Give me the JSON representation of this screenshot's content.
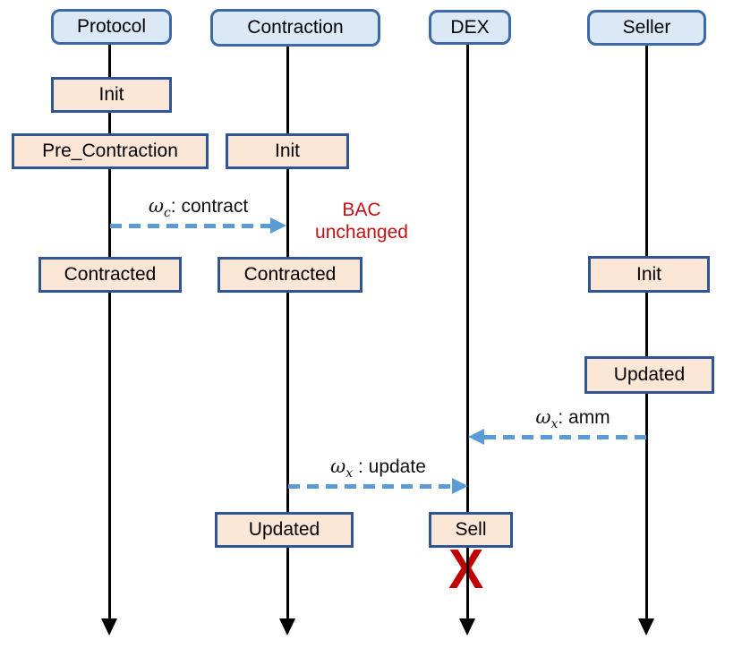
{
  "participants": [
    {
      "name": "Protocol",
      "states": [
        "Init",
        "Pre_Contraction",
        "Contracted"
      ]
    },
    {
      "name": "Contraction",
      "states": [
        "Init",
        "Contracted",
        "Updated"
      ]
    },
    {
      "name": "DEX",
      "states": [
        "Sell"
      ]
    },
    {
      "name": "Seller",
      "states": [
        "Init",
        "Updated"
      ]
    }
  ],
  "messages": [
    {
      "symbol": "ω",
      "sub": "c",
      "text": ": contract",
      "from": "Protocol",
      "to": "Contraction"
    },
    {
      "symbol": "ω",
      "sub": "x",
      "text": ": amm",
      "from": "Seller",
      "to": "DEX"
    },
    {
      "symbol": "ω",
      "sub": "x",
      "text": " : update",
      "from": "Contraction",
      "to": "DEX"
    }
  ],
  "annotations": {
    "bac": {
      "line1": "BAC",
      "line2": "unchanged"
    },
    "failure_mark": "X"
  },
  "colors": {
    "header_fill": "#dbe8f6",
    "header_border": "#3c69a8",
    "state_fill": "#fce6d5",
    "state_border": "#2f5597",
    "arrow_blue": "#5b9bd5",
    "annotation_red": "#c11212",
    "failure_red": "#c00000",
    "lifeline_black": "#000000"
  }
}
